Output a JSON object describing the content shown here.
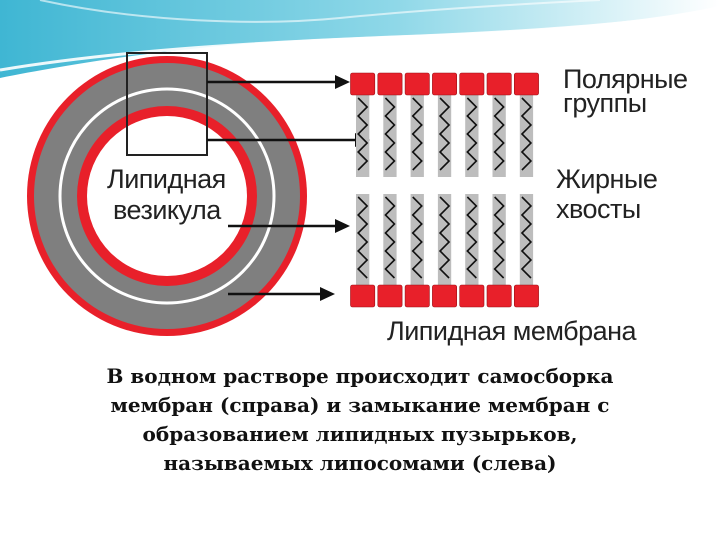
{
  "diagram": {
    "vesicle_label": [
      "Липидная",
      "везикула"
    ],
    "polar_groups_label": [
      "Полярные",
      "группы"
    ],
    "fatty_tails_label": [
      "Жирные",
      "хвосты"
    ],
    "membrane_label": "Липидная мембрана"
  },
  "caption": [
    "В водном растворе происходит самосборка",
    "мембран (справа) и замыкание мембран с",
    "образованием липидных пузырьков,",
    "называемых липосомами (слева)"
  ],
  "colors": {
    "polar_head": "#e8202a",
    "tail_band": "#bdbdbd",
    "vesicle_gray": "#7f7f7f",
    "vesicle_red": "#e8202a",
    "background_teal": "#5ec4da"
  }
}
